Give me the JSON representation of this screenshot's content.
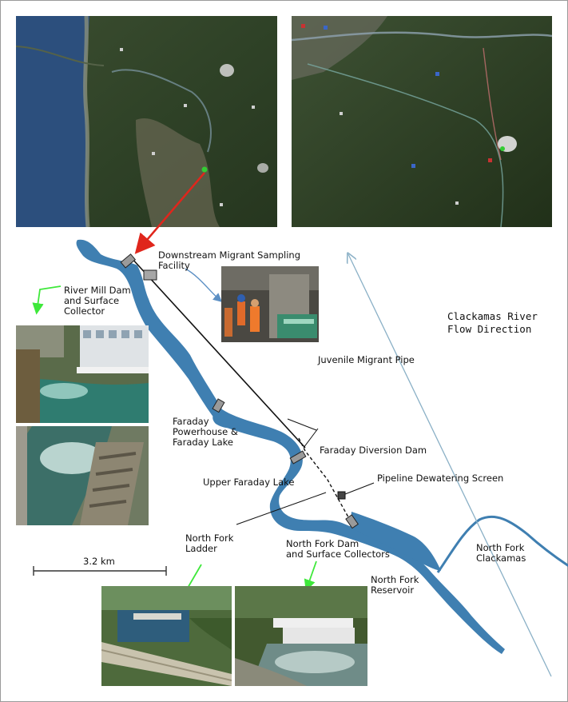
{
  "colors": {
    "river": "#3f7fb1",
    "map_dark": "#2b3a22",
    "ocean": "#2c4f7d",
    "arrow_red": "#e0261c",
    "arrow_green": "#3ee83a",
    "arrow_blue": "#5b8fc4",
    "flow_arrow": "#8ab0c6"
  },
  "labels": {
    "downstream_facility": "Downstream Migrant Sampling\nFacility",
    "river_mill": "River Mill Dam\nand Surface\nCollector",
    "flow_direction": "Clackamas River\nFlow Direction",
    "juvenile_pipe": "Juvenile Migrant Pipe",
    "faraday_powerhouse": "Faraday\nPowerhouse &\nFaraday Lake",
    "faraday_diversion": "Faraday Diversion Dam",
    "upper_faraday": "Upper Faraday Lake",
    "dewatering_screen": "Pipeline Dewatering Screen",
    "north_fork_ladder": "North Fork\nLadder",
    "north_fork_dam": "North Fork Dam\nand Surface Collectors",
    "north_fork_clackamas": "North Fork\nClackamas",
    "north_fork_reservoir": "North Fork\nReservoir",
    "scale": "3.2 km"
  }
}
